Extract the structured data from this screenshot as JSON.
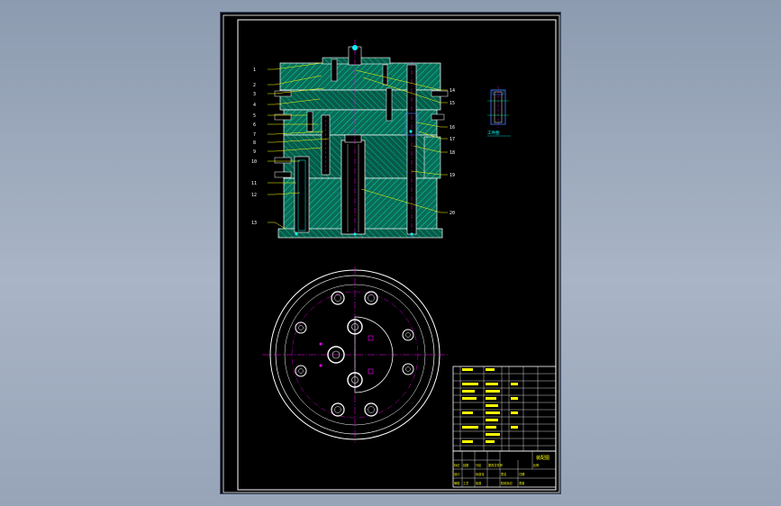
{
  "drawing": {
    "section_leader_numbers_left": [
      "1",
      "2",
      "3",
      "4",
      "5",
      "6",
      "7",
      "8",
      "9",
      "10",
      "11",
      "12",
      "13"
    ],
    "section_leader_numbers_right": [
      "14",
      "15",
      "16",
      "17",
      "18",
      "19",
      "20"
    ],
    "detail_caption": "工件图",
    "title_block_name": "装配图",
    "title_block_labels": [
      "标记",
      "处数",
      "分区",
      "更改文件号",
      "签名",
      "日期",
      "设计",
      "标准化",
      "审核",
      "工艺",
      "批准",
      "阶段标记",
      "重量",
      "比例"
    ]
  },
  "colors": {
    "sheet_background": "#000000",
    "frame": "#ffffff",
    "section_fill": "#00c0a0",
    "hatch": "#00ff80",
    "outline": "#ffffff",
    "centerline": "#ff00ff",
    "leader": "#ffff00",
    "annotation_blue": "#4080ff",
    "bolt_cyan": "#00ffff"
  }
}
